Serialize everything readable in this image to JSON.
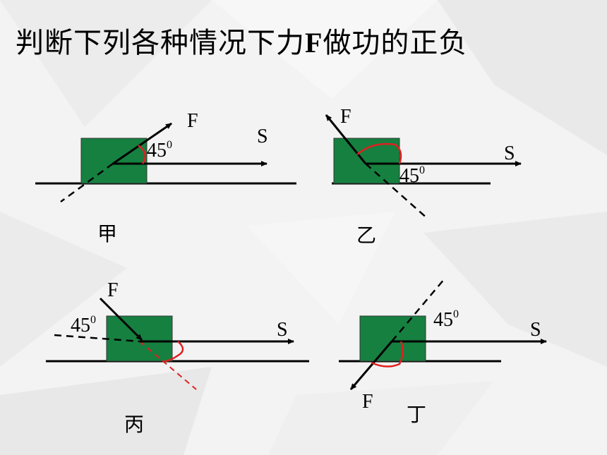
{
  "slide": {
    "title_pre": "判断下列各种情况下力",
    "title_f": "F",
    "title_post": "做功的正负"
  },
  "diagrams": [
    {
      "caption": "甲",
      "force_label": "F",
      "displacement_label": "S",
      "angle_value": "45",
      "angle_sup": "0"
    },
    {
      "caption": "乙",
      "force_label": "F",
      "displacement_label": "S",
      "angle_value": "45",
      "angle_sup": "0"
    },
    {
      "caption": "丙",
      "force_label": "F",
      "displacement_label": "S",
      "angle_value": "45",
      "angle_sup": "0"
    },
    {
      "caption": "丁",
      "force_label": "F",
      "displacement_label": "S",
      "angle_value": "45",
      "angle_sup": "0"
    }
  ],
  "colors": {
    "block": "#168040",
    "line": "#000000",
    "angle_mark": "#e02020"
  }
}
